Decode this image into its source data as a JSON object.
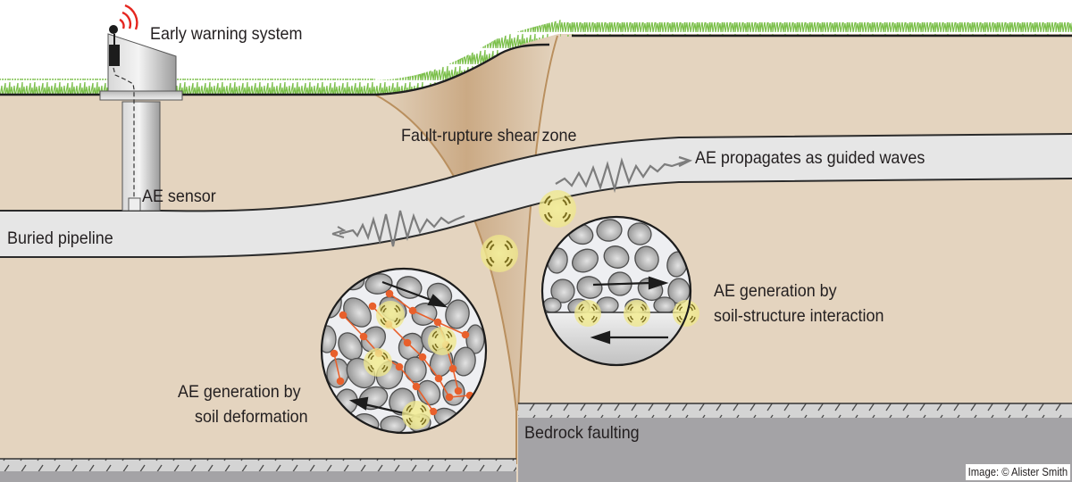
{
  "figure": {
    "type": "schematic cross-section",
    "subject": "Acoustic emission (AE) monitoring of a buried pipeline crossing a fault",
    "colors": {
      "soil": "#e4d4bf",
      "soil_shear_zone": "#c9a882",
      "fault_line": "#b98f5e",
      "grass": "#6db33f",
      "pipeline": "#e6e6e6",
      "bedrock": "#a4a3a6",
      "bedrock_band": "#d4d4d4",
      "waves": "#808080",
      "ae_source_glow": "#f2ec9a",
      "force_chain": "#e8602c",
      "signal": "#e5261f"
    }
  },
  "labels": {
    "early_warning_system": "Early warning system",
    "ae_sensor": "AE sensor",
    "buried_pipeline": "Buried pipeline",
    "fault_rupture_shear_zone": "Fault-rupture shear zone",
    "ae_propagates": "AE propagates as guided waves",
    "soil_structure_line1": "AE generation by",
    "soil_structure_line2": "soil-structure interaction",
    "soil_deformation_line1": "AE generation by",
    "soil_deformation_line2": "soil deformation",
    "bedrock_faulting": "Bedrock faulting"
  },
  "credit": "Image: © Alister Smith"
}
